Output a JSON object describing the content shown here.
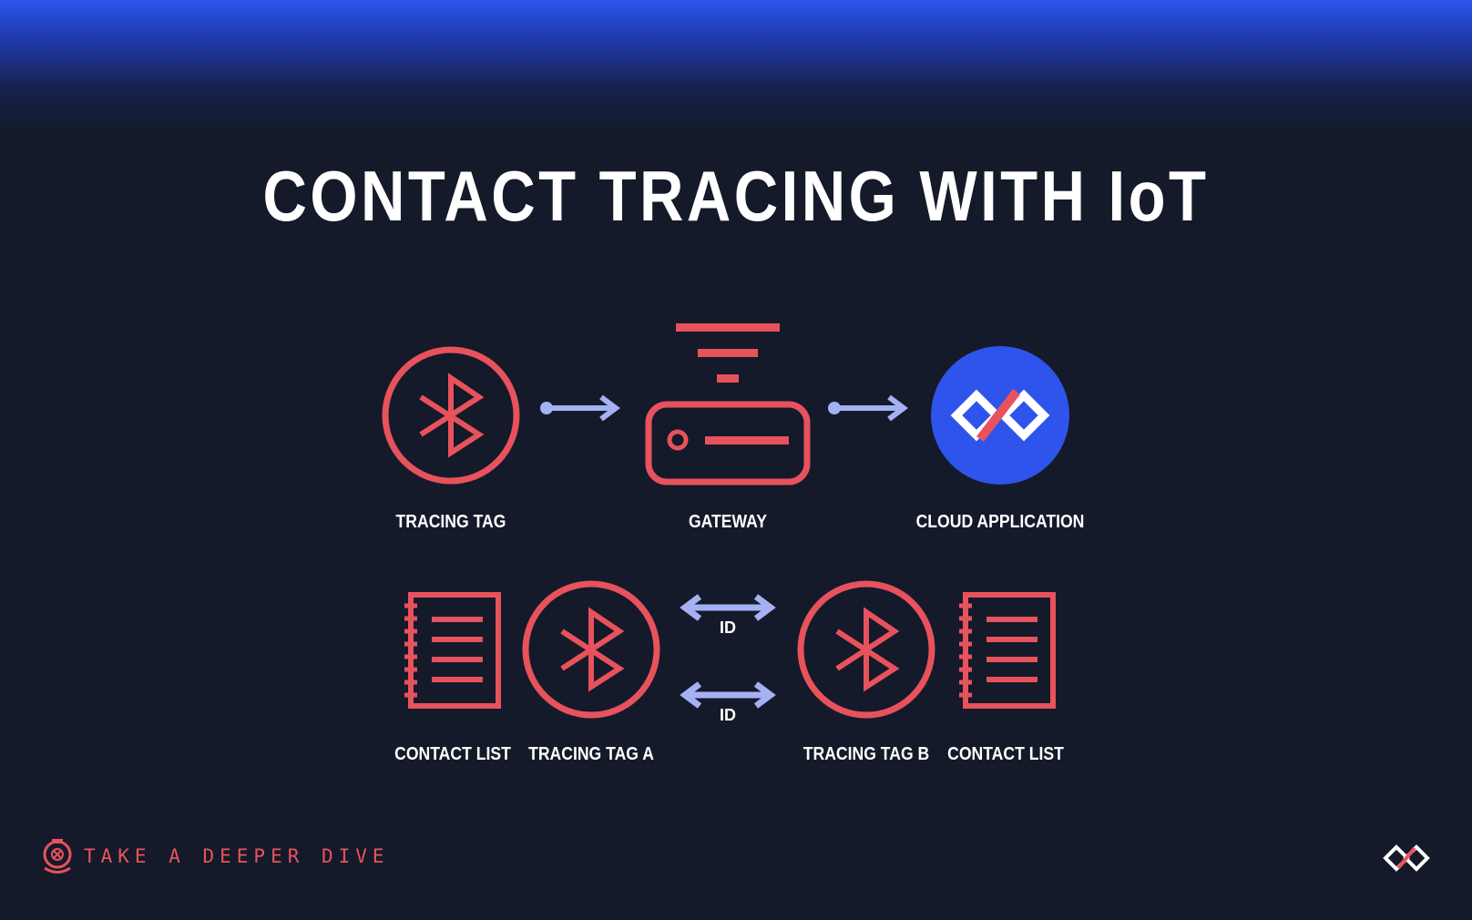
{
  "title": "CONTACT TRACING WITH IoT",
  "top_row": {
    "tracing_tag": "TRACING TAG",
    "gateway": "GATEWAY",
    "cloud_application": "CLOUD APPLICATION"
  },
  "bottom_row": {
    "contact_list_left": "CONTACT LIST",
    "tracing_tag_a": "TRACING TAG A",
    "id_top": "ID",
    "id_bottom": "ID",
    "tracing_tag_b": "TRACING TAG B",
    "contact_list_right": "CONTACT LIST"
  },
  "footer": {
    "tagline": "TAKE A DEEPER DIVE"
  },
  "colors": {
    "accent_red": "#e8525d",
    "arrow_blue": "#a4b1f5",
    "cloud_blue": "#2f54ec",
    "background": "#141a29"
  }
}
